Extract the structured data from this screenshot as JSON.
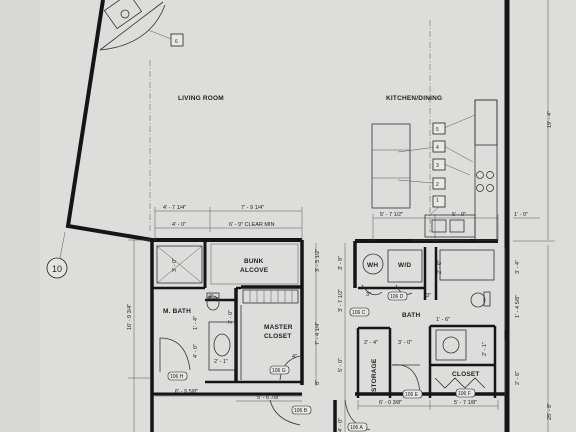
{
  "rooms": {
    "living_room": "LIVING ROOM",
    "kitchen_dining": "KITCHEN/DINING",
    "bunk_alcove_1": "BUNK",
    "bunk_alcove_2": "ALCOVE",
    "m_bath": "M. BATH",
    "master_closet_1": "MASTER",
    "master_closet_2": "CLOSET",
    "bath": "BATH",
    "storage": "STORAGE",
    "closet": "CLOSET",
    "wh": "WH",
    "wd": "W/D"
  },
  "grid_bubble": "10",
  "callouts": [
    "1",
    "2",
    "3",
    "4",
    "5",
    "6"
  ],
  "door_tags": {
    "t106A": "106 A",
    "t106B": "106 B",
    "t106C": "106 C",
    "t106D": "106 D",
    "t106E": "106 E",
    "t106F": "106 F",
    "t106G": "106 G",
    "t106H": "106 H"
  },
  "dimensions": {
    "d1": "4' - 7 1/4\"",
    "d2": "7' - 9 1/4\"",
    "d3": "4' - 0\"",
    "d4": "6' - 9\" CLEAR MIN",
    "d5": "5' - 7 1/2\"",
    "d6": "5' - 0\"",
    "d7": "1' - 0\"",
    "d8": "19' - 4\"",
    "d9": "16' - 9 3/4\"",
    "d10": "3' - 5 1/2\"",
    "d11": "3' - 9\"",
    "d12": "7' - 4 1/4\"",
    "d13": "3' - 7 1/2\"",
    "d14": "3' - 0\"",
    "d15": "3' - 0\"",
    "d16": "2' - 6\"",
    "d17": "3' - 4\"",
    "d18": "1' - 4 5/8\"",
    "d19": "1' - 6\"",
    "d20": "2' - 4\"",
    "d21": "3' - 0\"",
    "d22": "2' - 1\"",
    "d23": "5' - 0\"",
    "d24": "2' - 6\"",
    "d25": "6' - 9 5/8\"",
    "d26": "5' - 6 7/8\"",
    "d27": "6' - 0 3/8\"",
    "d28": "5' - 7 1/8\"",
    "d29": "25' - 8\"",
    "d30": "4' - 0\"",
    "d31": "2' - 1\"",
    "d32": "1' - 4\"",
    "d33": "8\"",
    "d34": "4\"",
    "d35": "4\"",
    "d36": "3\"",
    "d37": "3\"",
    "d38": "4' - 0\""
  }
}
